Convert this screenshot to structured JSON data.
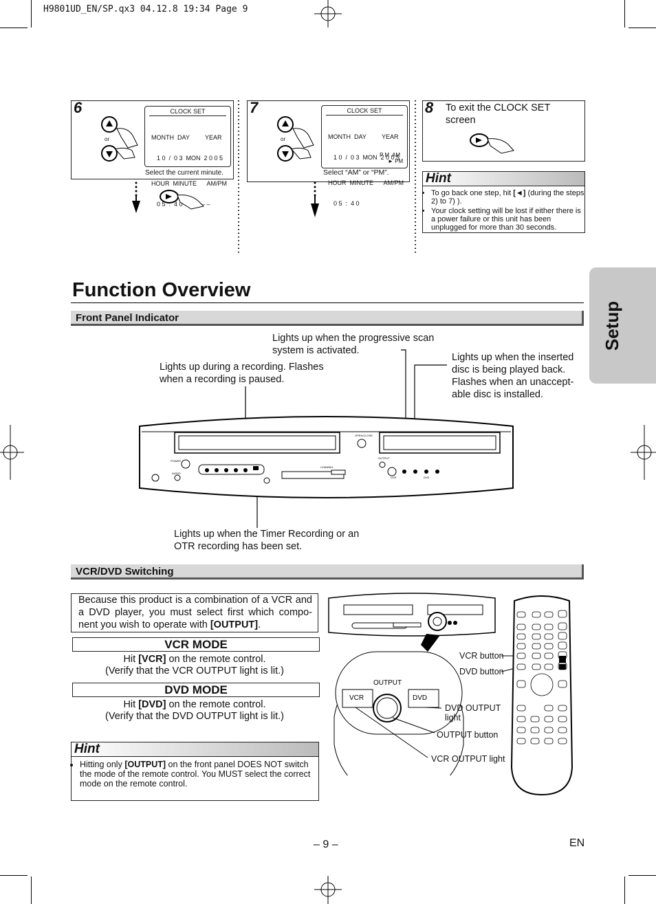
{
  "header_line": "H9801UD_EN/SP.qx3  04.12.8 19:34  Page 9",
  "steps": {
    "s6": {
      "num": "6",
      "or": "or",
      "lcd_title": "CLOCK SET",
      "lcd_row1": "MONTH  DAY         YEAR",
      "lcd_row2": "1 0  /  0 3  MON  2 0 0 5",
      "lcd_row3": "HOUR  MINUTE      AM/PM",
      "lcd_row4": "0 5  :  4 0           – –",
      "caption": "Select the current minute."
    },
    "s7": {
      "num": "7",
      "or": "or",
      "lcd_title": "CLOCK SET",
      "lcd_row1": "MONTH  DAY         YEAR",
      "lcd_row2": "1 0  /  0 3  MON  2 0 0 5",
      "lcd_row3": "HOUR  MINUTE      AM/PM",
      "lcd_row4": "0 5  :  4 0",
      "ampm1": "P M  AM",
      "ampm2": "PM",
      "caption": "Select “AM” or “PM”."
    },
    "s8": {
      "num": "8",
      "text": "To exit the CLOCK SET screen"
    }
  },
  "hint_top": {
    "title": "Hint",
    "b1_pre": "To go back one step, hit ",
    "b1_key": "[◄]",
    "b1_post": " (during the steps 2) to 7) ).",
    "b2": "Your clock setting will be lost if either there is a power failure or this unit has been unplugged for more than 30 seconds."
  },
  "side_tab": "Setup",
  "title": "Function Overview",
  "front_panel": {
    "section": "Front Panel Indicator",
    "progressive": "Lights up when the progressive scan system is activated.",
    "recording": "Lights up during a recording. Flashes when a recording is paused.",
    "disc": "Lights up when the inserted disc is being played back. Flashes when an unaccept-able disc is installed.",
    "timer": "Lights up when the Timer Recording or an OTR recording has been set.",
    "device_labels": {
      "open_close": "OPEN/CLOSE",
      "output": "OUTPUT",
      "channel": "CHANNEL",
      "vcr": "VCR",
      "dvd": "DVD",
      "power": "POWER",
      "audio": "AUDIO"
    }
  },
  "switching": {
    "section": "VCR/DVD Switching",
    "intro_pre": "Because this product is a combination of a VCR and a DVD player, you must select first which compo-nent you wish to operate with ",
    "intro_key": "[OUTPUT]",
    "intro_post": ".",
    "vcr_mode": {
      "head": "VCR MODE",
      "l1_pre": "Hit ",
      "l1_key": "[VCR]",
      "l1_post": " on the remote control.",
      "l2": "(Verify that the VCR OUTPUT light is lit.)"
    },
    "dvd_mode": {
      "head": "DVD MODE",
      "l1_pre": "Hit ",
      "l1_key": "[DVD]",
      "l1_post": " on the remote control.",
      "l2": "(Verify that the DVD OUTPUT light is lit.)"
    },
    "hint": {
      "title": "Hint",
      "pre": "Hitting only ",
      "key": "[OUTPUT]",
      "post": " on the front panel DOES NOT switch the mode of the remote control. You MUST select the correct mode on the remote control."
    },
    "zoom": {
      "output": "OUTPUT",
      "vcr": "VCR",
      "dvd": "DVD"
    },
    "callouts": {
      "vcr_button": "VCR button",
      "dvd_button": "DVD button",
      "dvd_output_light": "DVD OUTPUT light",
      "output_button": "OUTPUT button",
      "vcr_output_light": "VCR OUTPUT light"
    }
  },
  "footer": {
    "page": "– 9 –",
    "lang": "EN"
  }
}
